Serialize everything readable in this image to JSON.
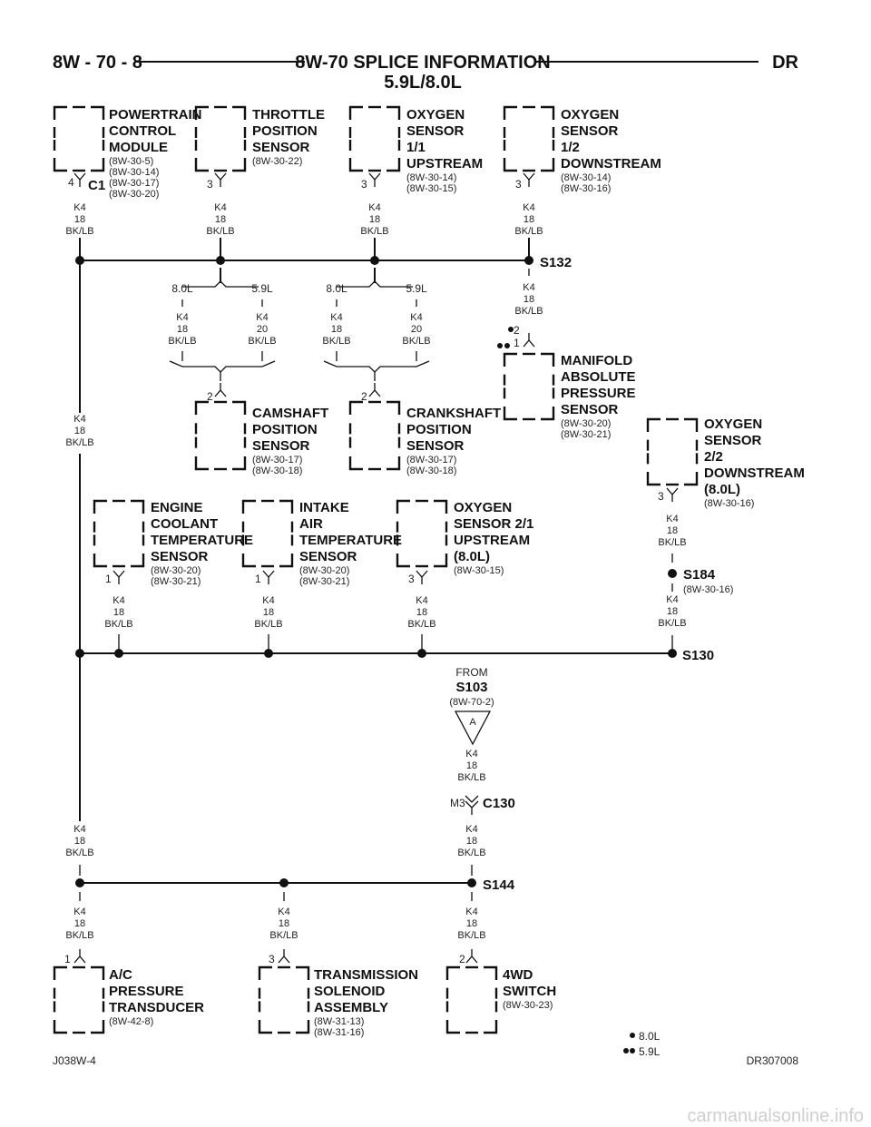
{
  "header": {
    "page_num": "8W - 70 - 8",
    "title": "8W-70 SPLICE INFORMATION",
    "subtitle": "5.9L/8.0L",
    "code": "DR"
  },
  "wire": {
    "circuit": "K4",
    "gauge18": "18",
    "gauge20": "20",
    "color": "BK/LB"
  },
  "variants": {
    "v80": "8.0L",
    "v59": "5.9L"
  },
  "components": {
    "pcm": {
      "lines": [
        "POWERTRAIN",
        "CONTROL",
        "MODULE"
      ],
      "refs": [
        "(8W-30-5)",
        "(8W-30-14)",
        "(8W-30-17)",
        "(8W-30-20)"
      ],
      "pin": "4",
      "connector": "C1"
    },
    "tps": {
      "lines": [
        "THROTTLE",
        "POSITION",
        "SENSOR"
      ],
      "refs": [
        "(8W-30-22)"
      ],
      "pin": "3"
    },
    "o2_11": {
      "lines": [
        "OXYGEN",
        "SENSOR",
        "1/1",
        "UPSTREAM"
      ],
      "refs": [
        "(8W-30-14)",
        "(8W-30-15)"
      ],
      "pin": "3"
    },
    "o2_12": {
      "lines": [
        "OXYGEN",
        "SENSOR",
        "1/2",
        "DOWNSTREAM"
      ],
      "refs": [
        "(8W-30-14)",
        "(8W-30-16)"
      ],
      "pin": "3"
    },
    "cmp": {
      "lines": [
        "CAMSHAFT",
        "POSITION",
        "SENSOR"
      ],
      "refs": [
        "(8W-30-17)",
        "(8W-30-18)"
      ],
      "pin": "2"
    },
    "ckp": {
      "lines": [
        "CRANKSHAFT",
        "POSITION",
        "SENSOR"
      ],
      "refs": [
        "(8W-30-17)",
        "(8W-30-18)"
      ],
      "pin": "2"
    },
    "map": {
      "lines": [
        "MANIFOLD",
        "ABSOLUTE",
        "PRESSURE",
        "SENSOR"
      ],
      "refs": [
        "(8W-30-20)",
        "(8W-30-21)"
      ],
      "pin_a": "2",
      "pin_b": "1"
    },
    "o2_22": {
      "lines": [
        "OXYGEN",
        "SENSOR",
        "2/2",
        "DOWNSTREAM",
        "(8.0L)"
      ],
      "refs": [
        "(8W-30-16)"
      ],
      "pin": "3"
    },
    "ect": {
      "lines": [
        "ENGINE",
        "COOLANT",
        "TEMPERATURE",
        "SENSOR"
      ],
      "refs": [
        "(8W-30-20)",
        "(8W-30-21)"
      ],
      "pin": "1"
    },
    "iat": {
      "lines": [
        "INTAKE",
        "AIR",
        "TEMPERATURE",
        "SENSOR"
      ],
      "refs": [
        "(8W-30-20)",
        "(8W-30-21)"
      ],
      "pin": "1"
    },
    "o2_21": {
      "lines": [
        "OXYGEN",
        "SENSOR 2/1",
        "UPSTREAM",
        "(8.0L)"
      ],
      "refs": [
        "(8W-30-15)"
      ],
      "pin": "3"
    },
    "ac": {
      "lines": [
        "A/C",
        "PRESSURE",
        "TRANSDUCER"
      ],
      "refs": [
        "(8W-42-8)"
      ],
      "pin": "1"
    },
    "tsa": {
      "lines": [
        "TRANSMISSION",
        "SOLENOID",
        "ASSEMBLY"
      ],
      "refs": [
        "(8W-31-13)",
        "(8W-31-16)"
      ],
      "pin": "3"
    },
    "fwd": {
      "lines": [
        "4WD",
        "SWITCH"
      ],
      "refs": [
        "(8W-30-23)"
      ],
      "pin": "2"
    }
  },
  "splices": {
    "s132": "S132",
    "s184": "S184",
    "s184_ref": "(8W-30-16)",
    "s130": "S130",
    "s144": "S144"
  },
  "from": {
    "label": "FROM",
    "splice": "S103",
    "ref": "(8W-70-2)",
    "marker": "A"
  },
  "c130": {
    "pin": "M3",
    "name": "C130"
  },
  "legend": {
    "one_dot": "8.0L",
    "two_dot": "5.9L"
  },
  "footer": {
    "left": "J038W-4",
    "right": "DR307008"
  },
  "watermark": "carmanualsonline.info"
}
